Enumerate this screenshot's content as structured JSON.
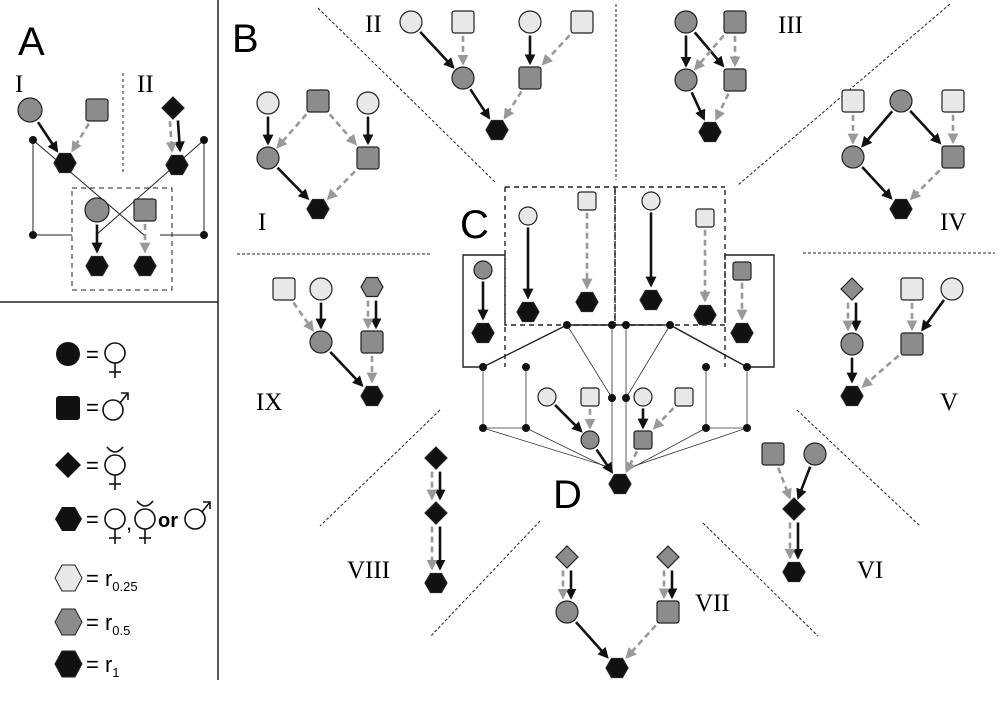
{
  "panels": {
    "a": "A",
    "b": "B",
    "c": "C",
    "d": "D"
  },
  "panel_a": {
    "label_1": "I",
    "label_2": "II"
  },
  "panel_b": {
    "motifs": [
      "I",
      "II",
      "III",
      "IV",
      "V",
      "VI",
      "VII",
      "VIII",
      "IX"
    ]
  },
  "legend": {
    "symbols": [
      {
        "shape": "circle",
        "means": "female"
      },
      {
        "shape": "square",
        "means": "male"
      },
      {
        "shape": "diamond",
        "means": "hermaphrodite"
      },
      {
        "shape": "hexagon",
        "means": "female, hermaphrodite or male"
      }
    ],
    "or_text": "or",
    "shades": [
      {
        "fill": "#e8e8e8",
        "label_prefix": "= r",
        "label_sub": "0.25"
      },
      {
        "fill": "#8c8c8c",
        "label_prefix": "= r",
        "label_sub": "0.5"
      },
      {
        "fill": "#111111",
        "label_prefix": "= r",
        "label_sub": "1"
      }
    ]
  },
  "colors": {
    "light": "#e8e8e8",
    "mid": "#8c8c8c",
    "dark": "#111111",
    "arrow_solid": "#111111",
    "arrow_dashed": "#999999"
  }
}
